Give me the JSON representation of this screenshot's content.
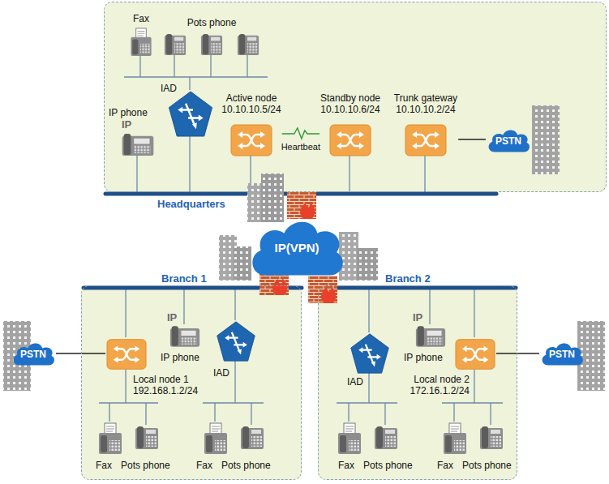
{
  "diagram": {
    "nodes": [
      {
        "text": [
          "Headquarters"
        ]
      },
      {
        "text": [
          "Fax"
        ],
        "in": 0
      },
      {
        "text": [
          "Pots phone"
        ],
        "in": 0
      },
      {
        "text": [
          "IAD"
        ],
        "in": 0
      },
      {
        "text": [
          "IP phone"
        ],
        "in": 0
      },
      {
        "text": [
          "Active node",
          "10.10.10.5/24"
        ],
        "in": 0
      },
      {
        "text": [
          "Standby node",
          "10.10.10.6/24"
        ],
        "in": 0
      },
      {
        "text": [
          "Trunk gateway",
          "10.10.10.2/24"
        ],
        "in": 0
      },
      {
        "text": [
          "PSTN"
        ],
        "in": 0
      },
      {
        "text": [
          "IP(VPN)"
        ]
      },
      {
        "text": [
          "Branch 1"
        ]
      },
      {
        "text": [
          "PSTN"
        ]
      },
      {
        "text": [
          "Local node 1",
          "192.168.1.2/24"
        ],
        "in": 10
      },
      {
        "text": [
          "IP phone"
        ],
        "in": 10
      },
      {
        "text": [
          "IAD"
        ],
        "in": 10
      },
      {
        "text": [
          "Fax"
        ],
        "in": 10
      },
      {
        "text": [
          "Pots phone"
        ],
        "in": 10
      },
      {
        "text": [
          "Fax"
        ],
        "in": 10
      },
      {
        "text": [
          "Pots phone"
        ],
        "in": 10
      },
      {
        "text": [
          "Branch 2"
        ]
      },
      {
        "text": [
          "IAD"
        ],
        "in": 19
      },
      {
        "text": [
          "IP phone"
        ],
        "in": 19
      },
      {
        "text": [
          "Local node 2",
          "172.16.1.2/24"
        ],
        "in": 19
      },
      {
        "text": [
          "PSTN"
        ]
      },
      {
        "text": [
          "Fax"
        ],
        "in": 19
      },
      {
        "text": [
          "Pots phone"
        ],
        "in": 19
      },
      {
        "text": [
          "Fax"
        ],
        "in": 19
      },
      {
        "text": [
          "Pots phone"
        ],
        "in": 19
      }
    ],
    "edges": [
      {
        "from": 5,
        "to": 6,
        "arrow": "none",
        "label": "Heartbeat"
      },
      {
        "from": 7,
        "to": 8,
        "arrow": "none"
      },
      {
        "from": 12,
        "to": 11,
        "arrow": "none"
      },
      {
        "from": 22,
        "to": 23,
        "arrow": "none"
      }
    ],
    "labels": [
      "IP",
      "IP",
      "IP"
    ]
  }
}
